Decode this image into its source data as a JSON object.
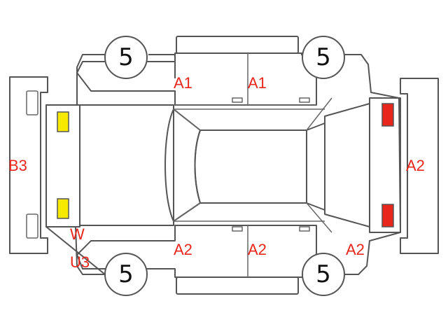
{
  "colors": {
    "code_text": "#e8261c",
    "yellow_marker": "#f7ea00",
    "red_marker": "#e8261c",
    "outline": "#555555"
  },
  "wheels": {
    "front_left": "5",
    "front_right": "5",
    "rear_left": "5",
    "rear_right": "5"
  },
  "damage_codes": {
    "top_panel_left": "A1",
    "top_panel_right": "A1",
    "rear_bumper": "B3",
    "front_bumper": "A2",
    "bottom_panel_left": "A2",
    "bottom_panel_right": "A2",
    "bottom_front": "A2",
    "rear_windshield": "W",
    "rear_corner": "U3"
  }
}
